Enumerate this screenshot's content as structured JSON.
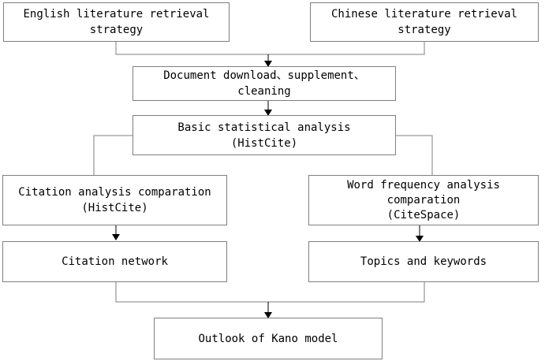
{
  "nodes": {
    "english_strategy": "English literature retrieval\nstrategy",
    "chinese_strategy": "Chinese literature retrieval\nstrategy",
    "document_download": "Document download、supplement、\ncleaning",
    "basic_statistical": "Basic statistical analysis\n(HistCite)",
    "citation_analysis": "Citation analysis comparation\n(HistCite)",
    "word_frequency": "Word frequency analysis\ncomparation\n(CiteSpace)",
    "citation_network": "Citation network",
    "topics_keywords": "Topics and keywords",
    "outlook_kano": "Outlook of Kano model"
  },
  "colors": {
    "box_border": "#7f7f7f",
    "connector": "#7f7f7f",
    "arrow": "#000000"
  }
}
